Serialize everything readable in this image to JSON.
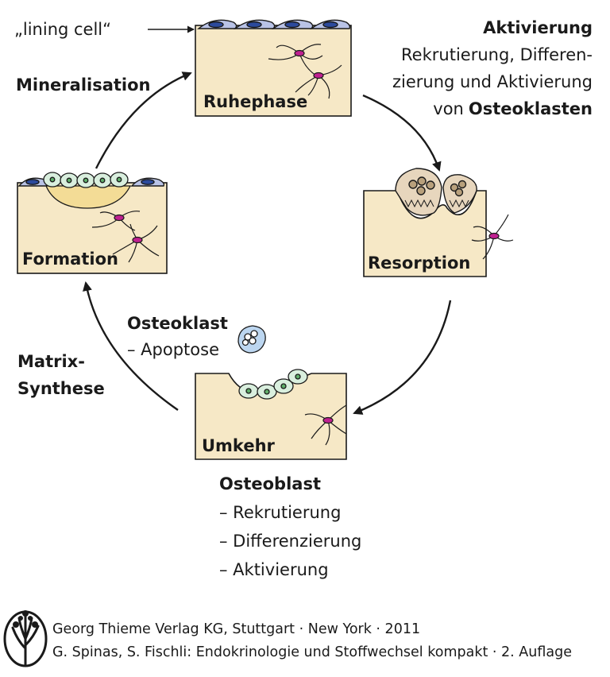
{
  "lining_cell_label": "„lining cell“",
  "phases": {
    "ruhephase": "Ruhephase",
    "resorption": "Resorption",
    "umkehr": "Umkehr",
    "formation": "Formation"
  },
  "arrow_labels": {
    "mineralisation": "Mineralisation",
    "matrix_line1": "Matrix-",
    "matrix_line2": "Synthese"
  },
  "aktivierung": {
    "title": "Aktivierung",
    "line1": "Rekrutierung, Differen-",
    "line2": "zierung und Aktivierung",
    "line3_prefix": "von",
    "line3_bold": "Osteoklasten"
  },
  "osteoklast": {
    "title": "Osteoklast",
    "item": "– Apoptose"
  },
  "osteoblast": {
    "title": "Osteoblast",
    "items": [
      "–  Rekrutierung",
      "–  Differenzierung",
      "–  Aktivierung"
    ]
  },
  "credits": {
    "line1": "Georg Thieme Verlag KG, Stuttgart · New York · 2011",
    "line2": "G. Spinas, S. Fischli: Endokrinologie und Stoffwechsel kompakt · 2. Auflage"
  },
  "colors": {
    "bone": "#f6e8c6",
    "lining_cell": "#b9c3e6",
    "nucleus": "#2c4a9c",
    "osteoblast": "#d9efde",
    "osteoblast_nucleus": "#5fae6a",
    "osteoclast": "#e7d6bd",
    "osteoclast_nucleus": "#b8a07c",
    "apoptosis_cell": "#bcd6f0",
    "osteocyte": "#c02090",
    "osteoid": "#f3dc96"
  }
}
